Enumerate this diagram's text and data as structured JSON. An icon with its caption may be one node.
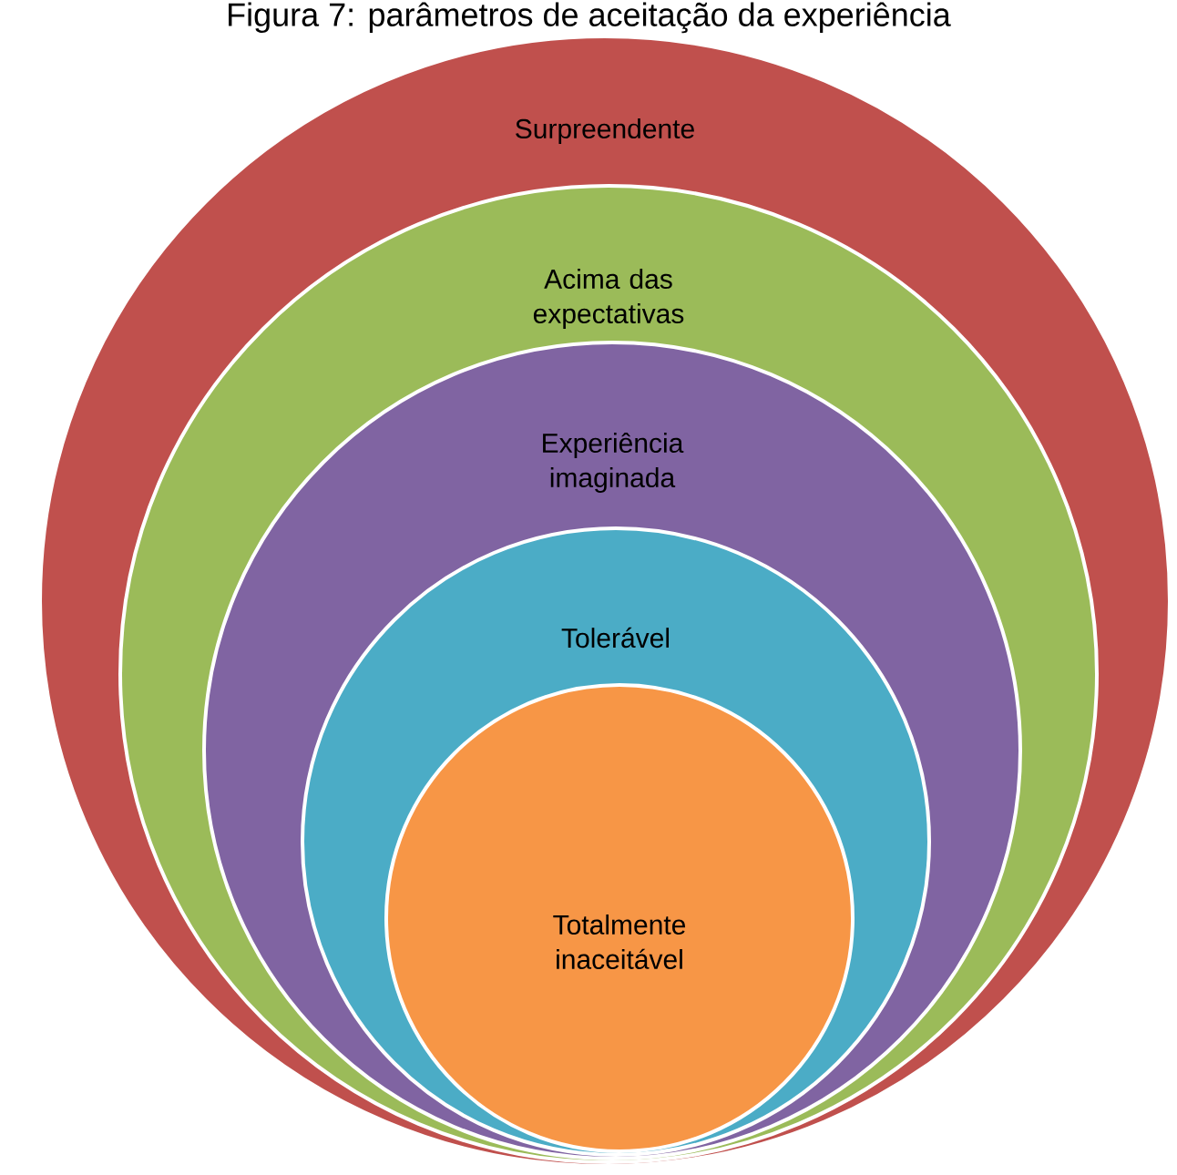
{
  "diagram": {
    "title": "Figura 7: parâmetros de aceitação da experiência",
    "nodes": [
      {
        "text": [
          "Surpreendente"
        ]
      },
      {
        "text": [
          "Acima das expectativas"
        ],
        "in": 0
      },
      {
        "text": [
          "Experiência imaginada"
        ],
        "in": 1
      },
      {
        "text": [
          "Tolerável"
        ],
        "in": 2
      },
      {
        "text": [
          "Totalmente inaceitável"
        ],
        "in": 3
      }
    ]
  }
}
